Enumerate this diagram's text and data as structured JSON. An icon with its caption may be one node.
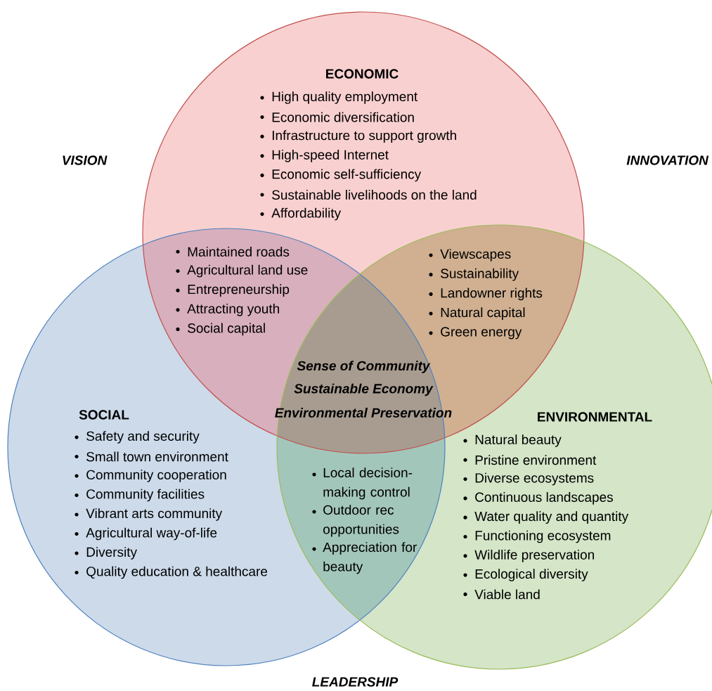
{
  "diagram": {
    "nodes": [
      {
        "text": [
          "ECONOMIC",
          "High quality employment",
          "Economic diversification",
          "Infrastructure to support growth",
          "High-speed Internet",
          "Economic self-sufficiency",
          "Sustainable livelihoods on the land",
          "Affordability"
        ]
      },
      {
        "text": [
          "SOCIAL",
          "Safety and security",
          "Small town environment",
          "Community cooperation",
          "Community facilities",
          "Vibrant arts community",
          "Agricultural way-of-life",
          "Diversity",
          "Quality education & healthcare"
        ]
      },
      {
        "text": [
          "ENVIRONMENTAL",
          "Natural beauty",
          "Pristine environment",
          "Diverse ecosystems",
          "Continuous landscapes",
          "Water quality and quantity",
          "Functioning ecosystem",
          "Wildlife preservation",
          "Ecological diversity",
          "Viable land"
        ]
      }
    ],
    "labels": [
      "Maintained roads",
      "Agricultural land use",
      "Entrepreneurship",
      "Attracting youth",
      "Social capital",
      "Viewscapes",
      "Sustainability",
      "Landowner rights",
      "Natural capital",
      "Green energy",
      "Local decision-making control",
      "Outdoor rec opportunities",
      "Appreciation for beauty",
      "Sense of Community",
      "Sustainable Economy",
      "Environmental Preservation",
      "VISION",
      "INNOVATION",
      "LEADERSHIP"
    ]
  }
}
